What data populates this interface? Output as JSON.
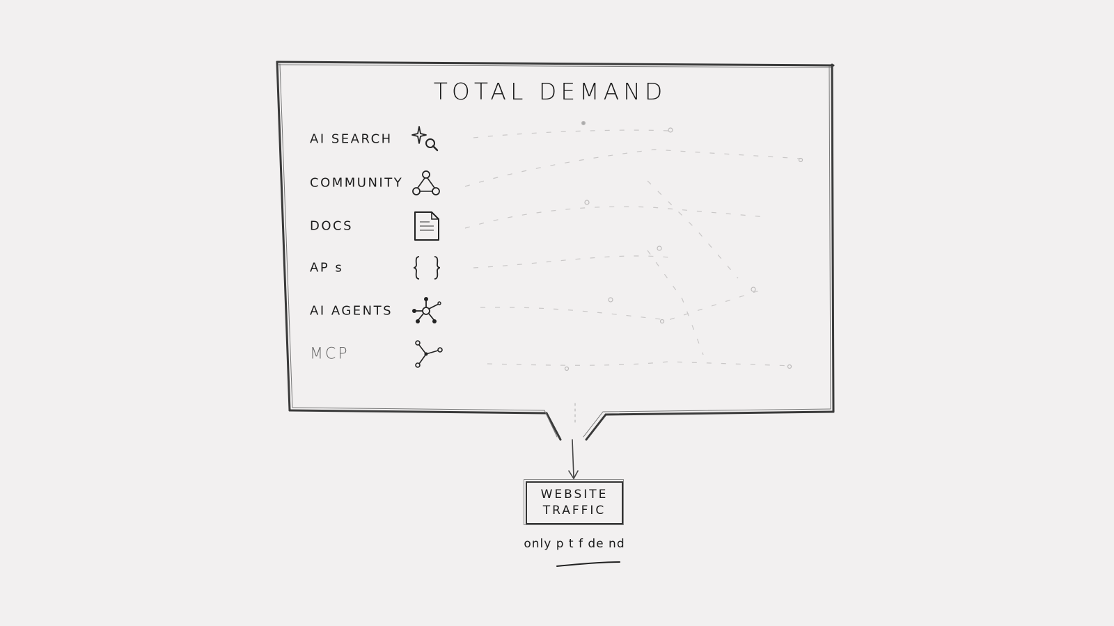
{
  "diagram": {
    "title": "TOTAL DEMAND",
    "sources": [
      {
        "label": "AI SEARCH",
        "icon": "sparkle-search-icon"
      },
      {
        "label": "COMMUNITY",
        "icon": "community-nodes-icon"
      },
      {
        "label": "DOCS",
        "icon": "document-icon"
      },
      {
        "label": "AP s",
        "icon": "curly-braces-icon"
      },
      {
        "label": "AI AGENTS",
        "icon": "agent-network-icon"
      },
      {
        "label": "MCP",
        "icon": "mcp-branch-icon"
      }
    ],
    "output_box": {
      "line1": "WEBSITE",
      "line2": "TRAFFIC"
    },
    "caption": "only p t f de nd"
  },
  "colors": {
    "background": "#f2f0f0",
    "ink": "#1c1c1c",
    "faded_ink": "#666666"
  }
}
